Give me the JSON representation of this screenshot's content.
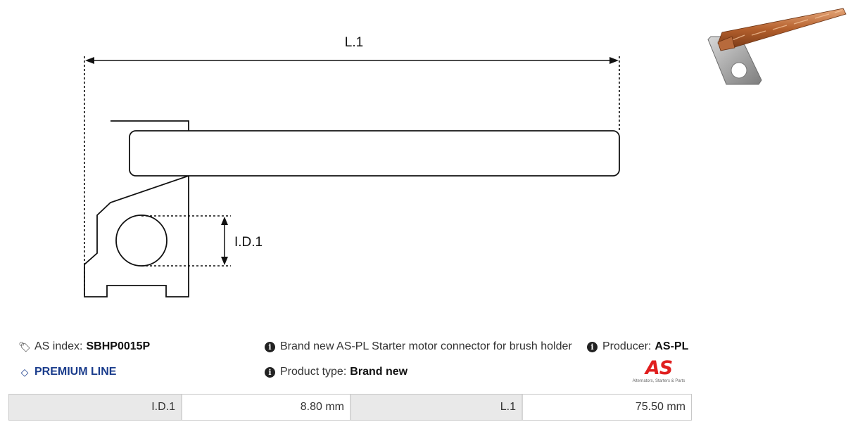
{
  "drawing": {
    "length_label": "L.1",
    "id_label": "I.D.1"
  },
  "photo": {
    "icon": "brush-connector-photo"
  },
  "info": {
    "index_label": "AS index:",
    "index_value": "SBHP0015P",
    "premium": "PREMIUM LINE",
    "description": "Brand new AS-PL Starter motor connector for brush holder",
    "type_label": "Product type:",
    "type_value": "Brand new",
    "producer_label": "Producer:",
    "producer_value": "AS-PL"
  },
  "logo": {
    "mark": "AS",
    "tagline": "Alternators, Starters & Parts",
    "color": "#e01e1e"
  },
  "specs": [
    {
      "label": "I.D.1",
      "value": "8.80 mm"
    },
    {
      "label": "L.1",
      "value": "75.50 mm"
    }
  ],
  "colors": {
    "premium": "#1a3c8c",
    "table_label_bg": "#e9e9e9"
  }
}
